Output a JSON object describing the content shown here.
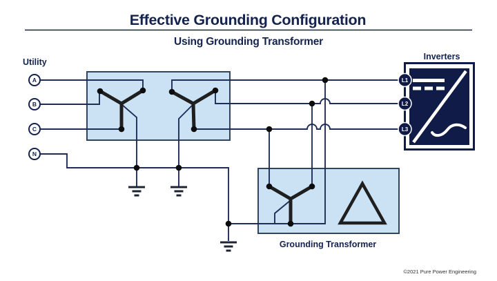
{
  "header": {
    "title": "Effective Grounding Configuration",
    "subtitle": "Using Grounding Transformer"
  },
  "labels": {
    "utility": "Utility",
    "inverters": "Inverters",
    "grounding_transformer": "Grounding Transformer"
  },
  "utility_terminals": [
    "A",
    "B",
    "C",
    "N"
  ],
  "inverter_terminals": [
    "L1",
    "L2",
    "L3"
  ],
  "footer": {
    "copyright": "©2021 Pure Power Engineering"
  },
  "symbols": [
    "wye-winding-icon",
    "delta-winding-icon",
    "earth-ground-icon",
    "inverter-dc-ac-icon",
    "wire-jump-icon"
  ],
  "colors": {
    "navy": "#13224e",
    "wire": "#1e2d58",
    "box_fill": "#cbe2f5",
    "box_border": "#32435f",
    "inverter_fill": "#101b47",
    "coil": "#1f1f1f",
    "dot": "#0d0d0d",
    "ground": "#1c2433",
    "white": "#ffffff",
    "copyright_text": "#2f2f2f"
  }
}
